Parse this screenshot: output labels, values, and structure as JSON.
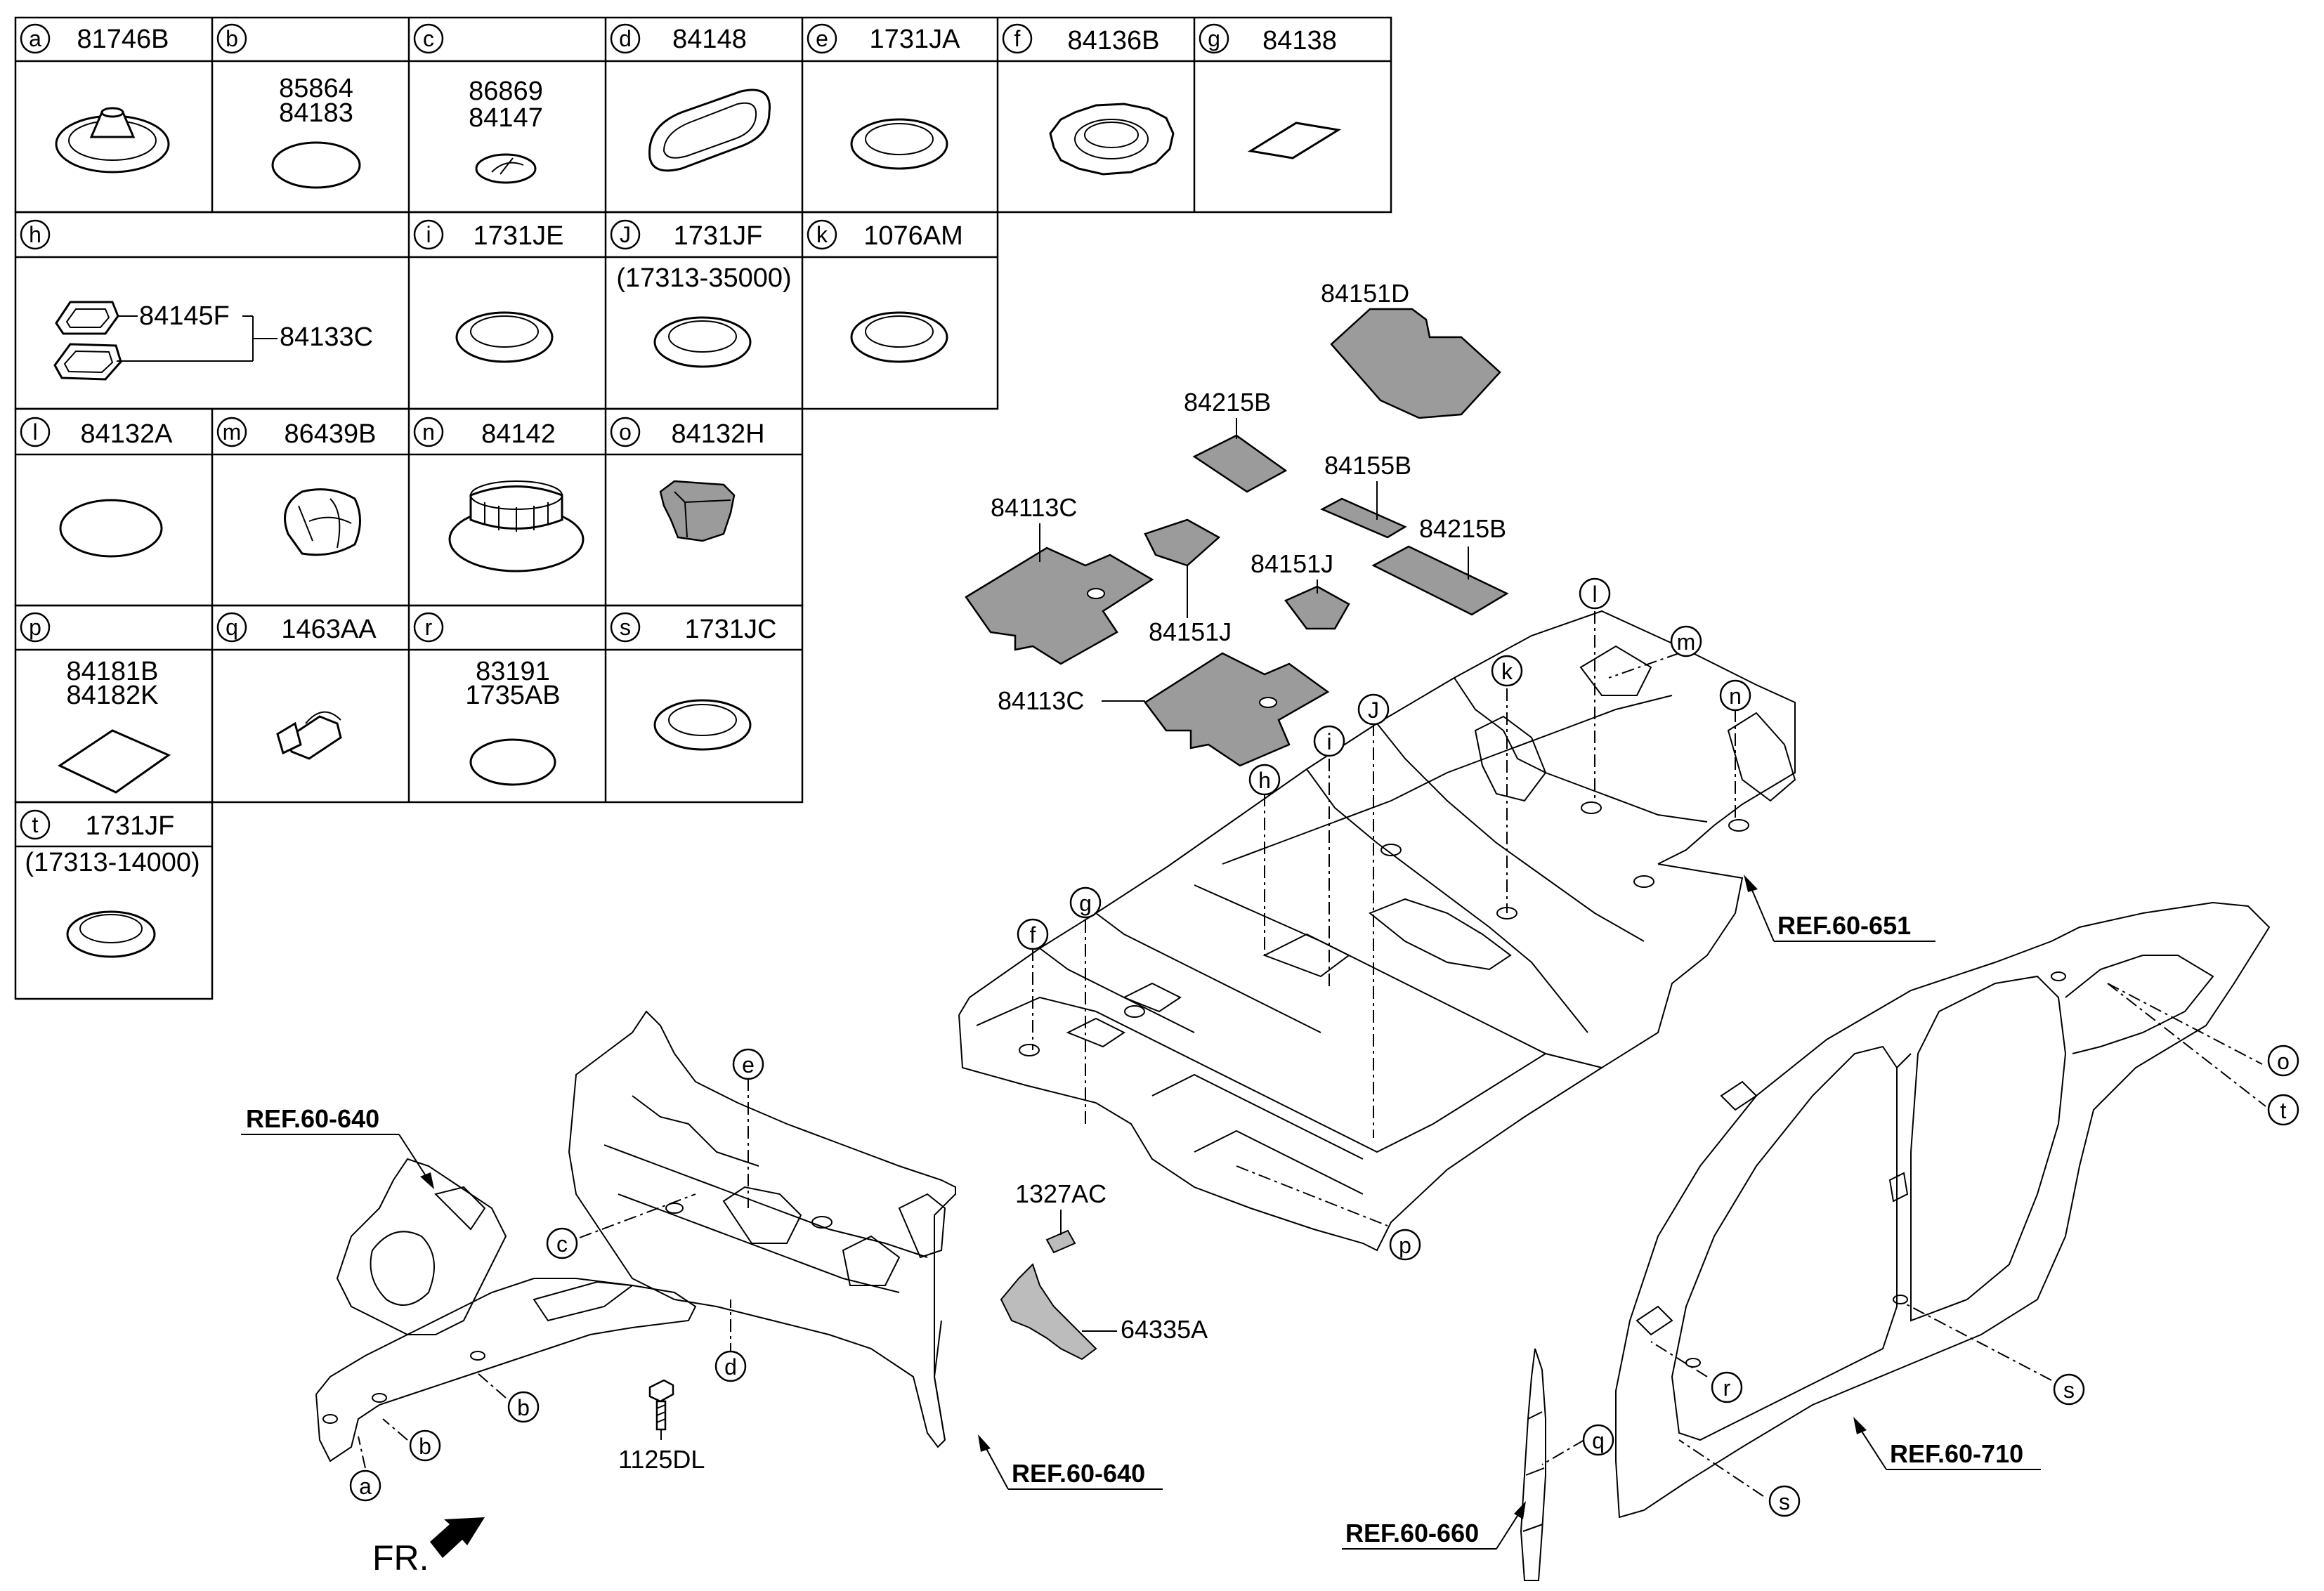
{
  "table": {
    "cells": [
      {
        "letter": "a",
        "parts": [
          "81746B"
        ]
      },
      {
        "letter": "b",
        "parts": [
          "85864",
          "84183"
        ]
      },
      {
        "letter": "c",
        "parts": [
          "86869",
          "84147"
        ]
      },
      {
        "letter": "d",
        "parts": [
          "84148"
        ]
      },
      {
        "letter": "e",
        "parts": [
          "1731JA"
        ]
      },
      {
        "letter": "f",
        "parts": [
          "84136B"
        ]
      },
      {
        "letter": "g",
        "parts": [
          "84138"
        ]
      },
      {
        "letter": "h",
        "parts": [
          "84145F",
          "84133C"
        ]
      },
      {
        "letter": "i",
        "parts": [
          "1731JE"
        ]
      },
      {
        "letter": "J",
        "parts": [
          "1731JF",
          "(17313-35000)"
        ]
      },
      {
        "letter": "k",
        "parts": [
          "1076AM"
        ]
      },
      {
        "letter": "l",
        "parts": [
          "84132A"
        ]
      },
      {
        "letter": "m",
        "parts": [
          "86439B"
        ]
      },
      {
        "letter": "n",
        "parts": [
          "84142"
        ]
      },
      {
        "letter": "o",
        "parts": [
          "84132H"
        ]
      },
      {
        "letter": "p",
        "parts": [
          "84181B",
          "84182K"
        ]
      },
      {
        "letter": "q",
        "parts": [
          "1463AA"
        ]
      },
      {
        "letter": "r",
        "parts": [
          "83191",
          "1735AB"
        ]
      },
      {
        "letter": "s",
        "parts": [
          "1731JC"
        ]
      },
      {
        "letter": "t",
        "parts": [
          "1731JF",
          "(17313-14000)"
        ]
      }
    ]
  },
  "pads": {
    "p84151D": "84151D",
    "p84215B_1": "84215B",
    "p84155B": "84155B",
    "p84215B_2": "84215B",
    "p84113C_1": "84113C",
    "p84151J_1": "84151J",
    "p84151J_2": "84151J",
    "p84113C_2": "84113C"
  },
  "parts": {
    "p1327AC": "1327AC",
    "p64335A": "64335A",
    "p1125DL": "1125DL"
  },
  "refs": {
    "r651": "REF.60-651",
    "r640a": "REF.60-640",
    "r640b": "REF.60-640",
    "r710": "REF.60-710",
    "r660": "REF.60-660"
  },
  "callouts": {
    "l": "l",
    "m": "m",
    "n": "n",
    "k": "k",
    "J": "J",
    "i": "i",
    "h": "h",
    "g": "g",
    "f": "f",
    "p": "p",
    "o": "o",
    "t": "t",
    "e": "e",
    "c": "c",
    "d": "d",
    "b1": "b",
    "b2": "b",
    "a": "a",
    "r": "r",
    "s1": "s",
    "s2": "s",
    "q": "q"
  },
  "direction_label": "FR."
}
